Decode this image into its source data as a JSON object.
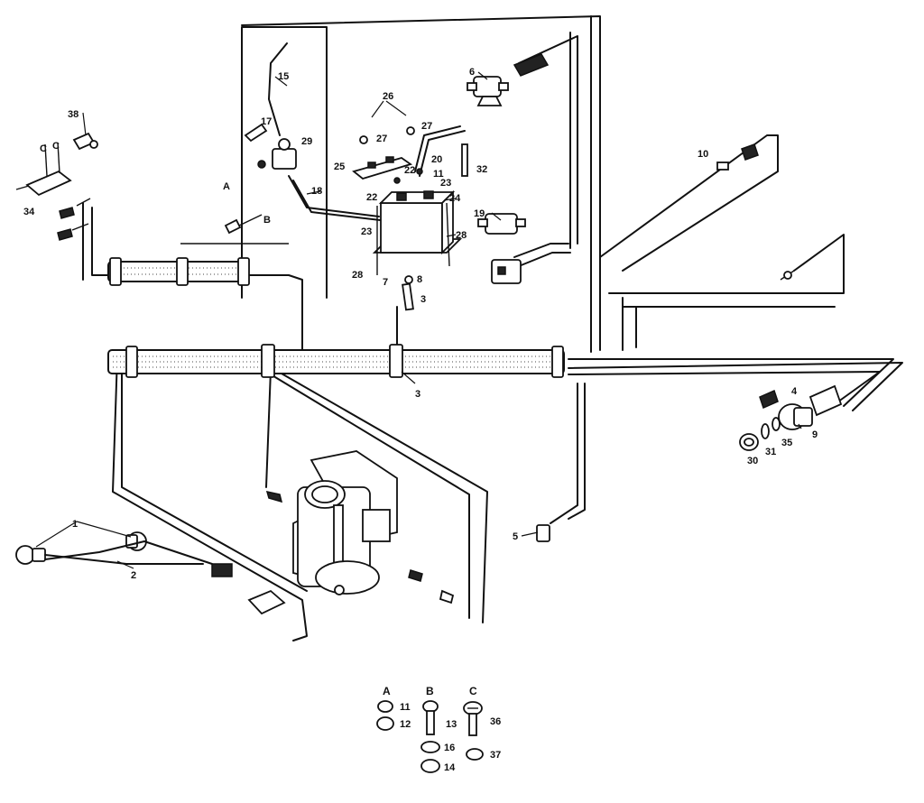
{
  "callouts": {
    "c1": "1",
    "c2": "2",
    "c3a": "3",
    "c3b": "3",
    "c4": "4",
    "c5": "5",
    "c6": "6",
    "c7": "7",
    "c8": "8",
    "c9": "9",
    "c10": "10",
    "c11": "11",
    "c15": "15",
    "c17": "17",
    "c18": "18",
    "c19": "19",
    "c20": "20",
    "c22a": "22",
    "c22b": "22",
    "c23a": "23",
    "c23b": "23",
    "c24": "24",
    "c25": "25",
    "c26": "26",
    "c27a": "27",
    "c27b": "27",
    "c28a": "28",
    "c28b": "28",
    "c29": "29",
    "c30": "30",
    "c31": "31",
    "c32": "32",
    "c34": "34",
    "c35": "35",
    "c38": "38",
    "cA1": "A",
    "cB1": "B",
    "cC1a": "C",
    "cC1b": "C"
  },
  "hardware_key": {
    "A": {
      "letter": "A",
      "parts": [
        "11",
        "12"
      ]
    },
    "B": {
      "letter": "B",
      "parts": [
        "13",
        "16",
        "14"
      ]
    },
    "C": {
      "letter": "C",
      "parts": [
        "36",
        "37"
      ]
    }
  }
}
